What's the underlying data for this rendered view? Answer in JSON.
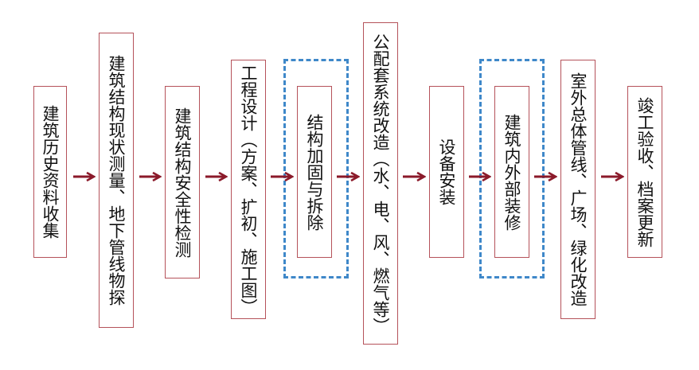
{
  "diagram": {
    "steps": [
      {
        "label": "建筑历史资料收集"
      },
      {
        "label": "建筑结构现状测量、地下管线物探"
      },
      {
        "label": "建筑结构安全性检测"
      },
      {
        "label": "工程设计（方案、扩初、施工图）"
      },
      {
        "label": "结构加固与拆除"
      },
      {
        "label": "公配套系统改造（水、电、风、燃气等）"
      },
      {
        "label": "设备安装"
      },
      {
        "label": "建筑内外部装修"
      },
      {
        "label": "室外总体管线、广场、绿化改造"
      },
      {
        "label": "竣工验收、档案更新"
      }
    ],
    "colors": {
      "box_border": "#b5525a",
      "arrow": "#8b1a2a",
      "dashed_border": "#3f88c9"
    }
  }
}
